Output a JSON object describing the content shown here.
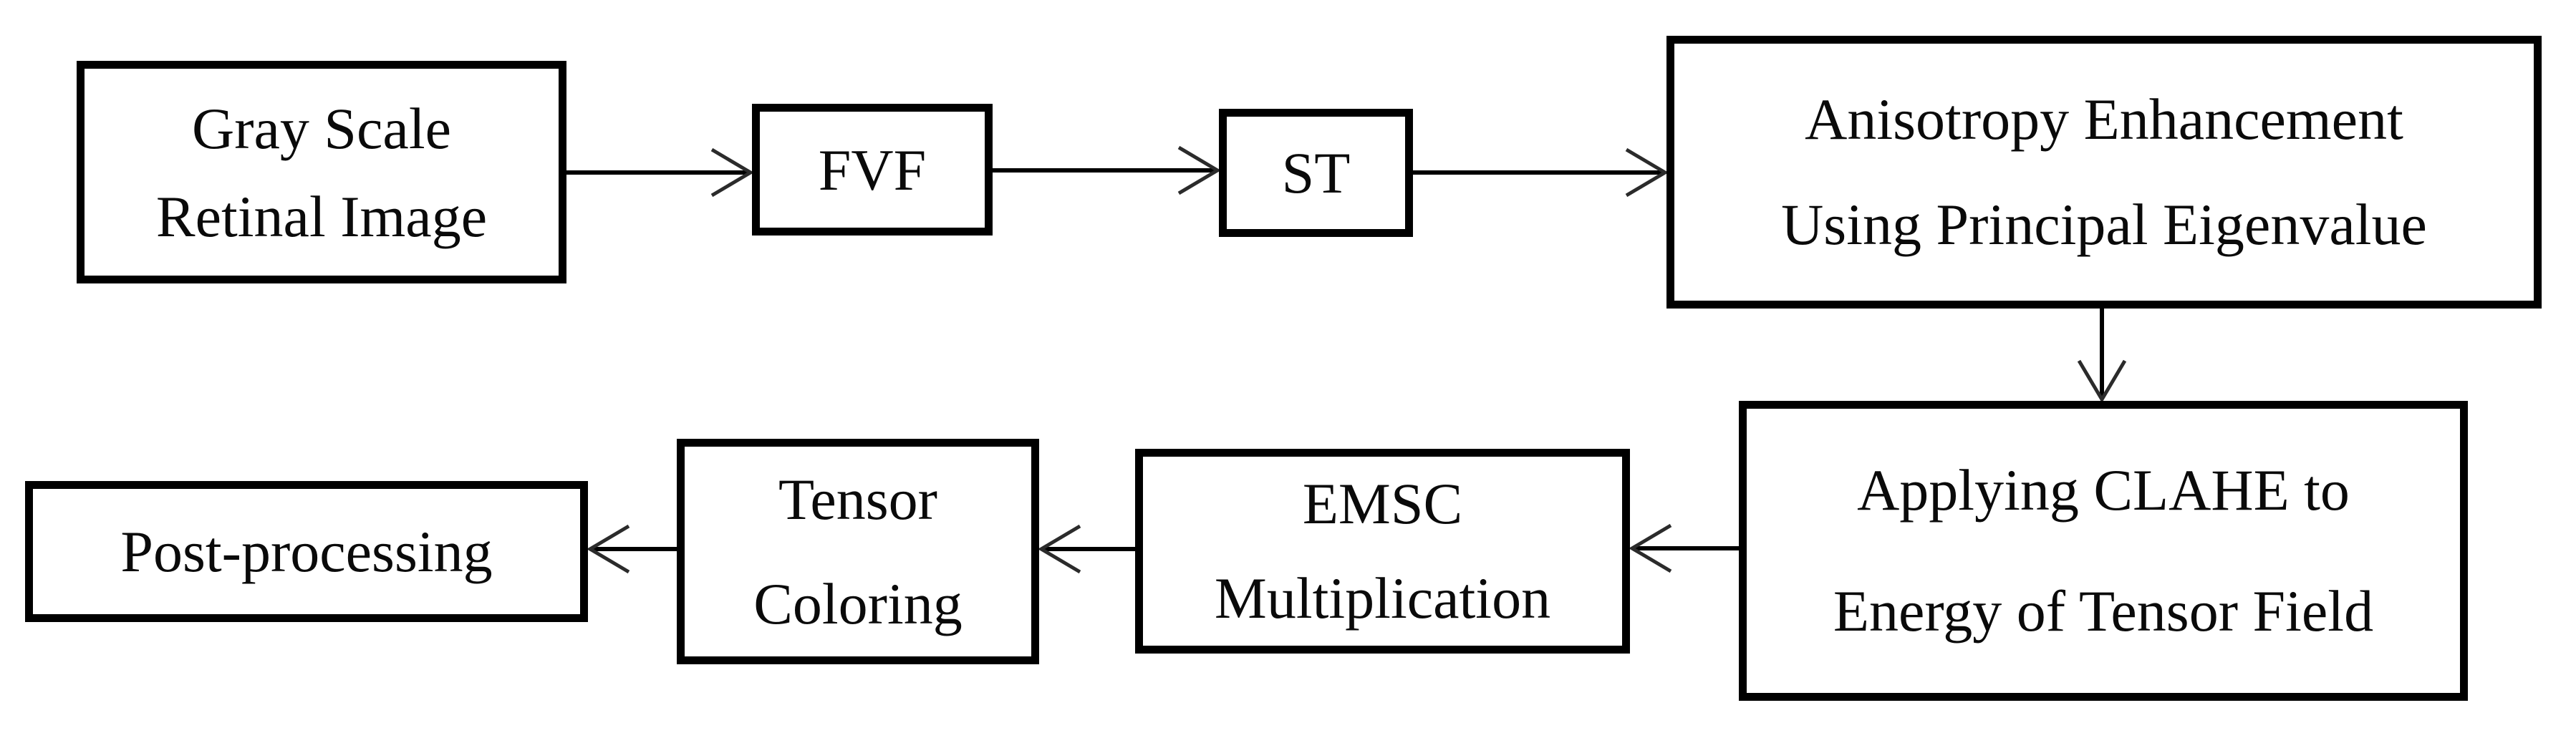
{
  "diagram": {
    "description": "Flowchart of a gray scale retinal image enhancement pipeline",
    "background_color": "#ffffff",
    "line_color": "#000000",
    "nodes": [
      {
        "id": "grayscale-retinal-image",
        "label": "Gray Scale Retinal Image",
        "lines": [
          "Gray Scale",
          "Retinal Image"
        ]
      },
      {
        "id": "fvf",
        "label": "FVF",
        "lines": [
          "FVF"
        ]
      },
      {
        "id": "st",
        "label": "ST",
        "lines": [
          "ST"
        ]
      },
      {
        "id": "anisotropy-enhancement",
        "label": "Anisotropy Enhancement Using Principal Eigenvalue",
        "lines": [
          "Anisotropy Enhancement",
          "Using Principal Eigenvalue"
        ]
      },
      {
        "id": "applying-clahe",
        "label": "Applying CLAHE to Energy of Tensor Field",
        "lines": [
          "Applying CLAHE to",
          "Energy of Tensor Field"
        ]
      },
      {
        "id": "emsc-multiplication",
        "label": "EMSC Multiplication",
        "lines": [
          "EMSC",
          "Multiplication"
        ]
      },
      {
        "id": "tensor-coloring",
        "label": "Tensor Coloring",
        "lines": [
          "Tensor",
          "Coloring"
        ]
      },
      {
        "id": "post-processing",
        "label": "Post-processing",
        "lines": [
          "Post-processing"
        ]
      }
    ],
    "edges": [
      {
        "from": "grayscale-retinal-image",
        "to": "fvf",
        "direction": "right"
      },
      {
        "from": "fvf",
        "to": "st",
        "direction": "right"
      },
      {
        "from": "st",
        "to": "anisotropy-enhancement",
        "direction": "right"
      },
      {
        "from": "anisotropy-enhancement",
        "to": "applying-clahe",
        "direction": "down"
      },
      {
        "from": "applying-clahe",
        "to": "emsc-multiplication",
        "direction": "left"
      },
      {
        "from": "emsc-multiplication",
        "to": "tensor-coloring",
        "direction": "left"
      },
      {
        "from": "tensor-coloring",
        "to": "post-processing",
        "direction": "left"
      }
    ]
  }
}
